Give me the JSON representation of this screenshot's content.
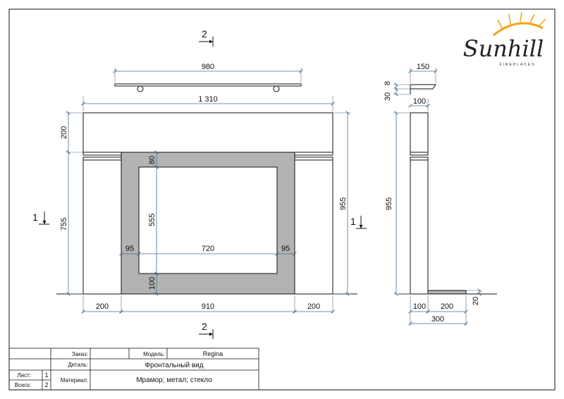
{
  "brand": {
    "name": "Sunhill",
    "tagline": "FIREPLACES",
    "sun_color": "#f2a21b"
  },
  "section_marks": {
    "top": "2",
    "bottom": "2",
    "left": "1",
    "right": "1"
  },
  "front_view": {
    "shelf_width": "980",
    "overall_width": "1 310",
    "top_band_height": "200",
    "leg_height": "755",
    "overall_height": "955",
    "frame_top": "80",
    "opening_height": "555",
    "frame_bottom": "100",
    "frame_left": "95",
    "opening_width": "720",
    "frame_right": "95",
    "bottom_left": "200",
    "bottom_center": "910",
    "bottom_right": "200"
  },
  "side_view": {
    "shelf_depth": "150",
    "shelf_thickness": "8",
    "bracket_height": "30",
    "top_depth": "100",
    "height": "955",
    "base_depth_a": "100",
    "base_depth_b": "200",
    "base_total": "300",
    "base_height": "20"
  },
  "title_block": {
    "order_label": "Заказ:",
    "order_value": "",
    "model_label": "Модель:",
    "model_value": "Regina",
    "detail_label": "Деталь:",
    "detail_value": "Фронтальный вид",
    "sheet_label": "Лист:",
    "sheet_value": "1",
    "total_label": "Всего:",
    "total_value": "2",
    "material_label": "Материал:",
    "material_value": "Мрамор; метал; стекло"
  },
  "colors": {
    "dimension": "#4a6e8c",
    "frame_fill": "#b3b3b3",
    "outline": "#111111"
  }
}
